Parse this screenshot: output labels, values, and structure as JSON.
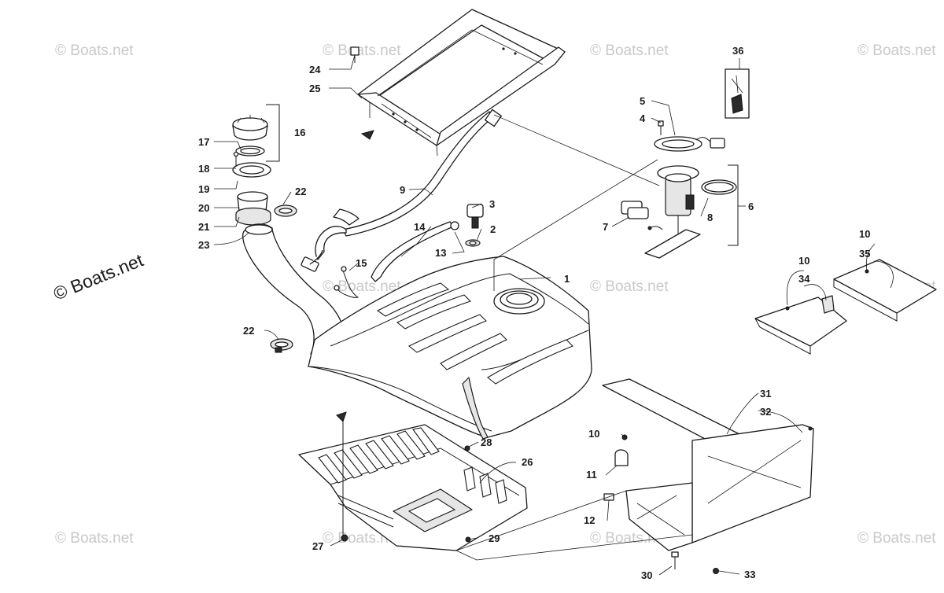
{
  "watermark": {
    "small_text": "© Boats.net",
    "large_text": "© Boats.net"
  },
  "callouts": {
    "c1": "1",
    "c2": "2",
    "c3": "3",
    "c4": "4",
    "c5": "5",
    "c6": "6",
    "c7": "7",
    "c8": "8",
    "c9": "9",
    "c10a": "10",
    "c10b": "10",
    "c10c": "10",
    "c11": "11",
    "c12": "12",
    "c13": "13",
    "c14": "14",
    "c15": "15",
    "c16": "16",
    "c17": "17",
    "c18": "18",
    "c19": "19",
    "c20": "20",
    "c21": "21",
    "c22a": "22",
    "c22b": "22",
    "c23": "23",
    "c24": "24",
    "c25": "25",
    "c26": "26",
    "c27": "27",
    "c28": "28",
    "c29": "29",
    "c30": "30",
    "c31": "31",
    "c32": "32",
    "c33": "33",
    "c34": "34",
    "c35": "35",
    "c36": "36"
  }
}
